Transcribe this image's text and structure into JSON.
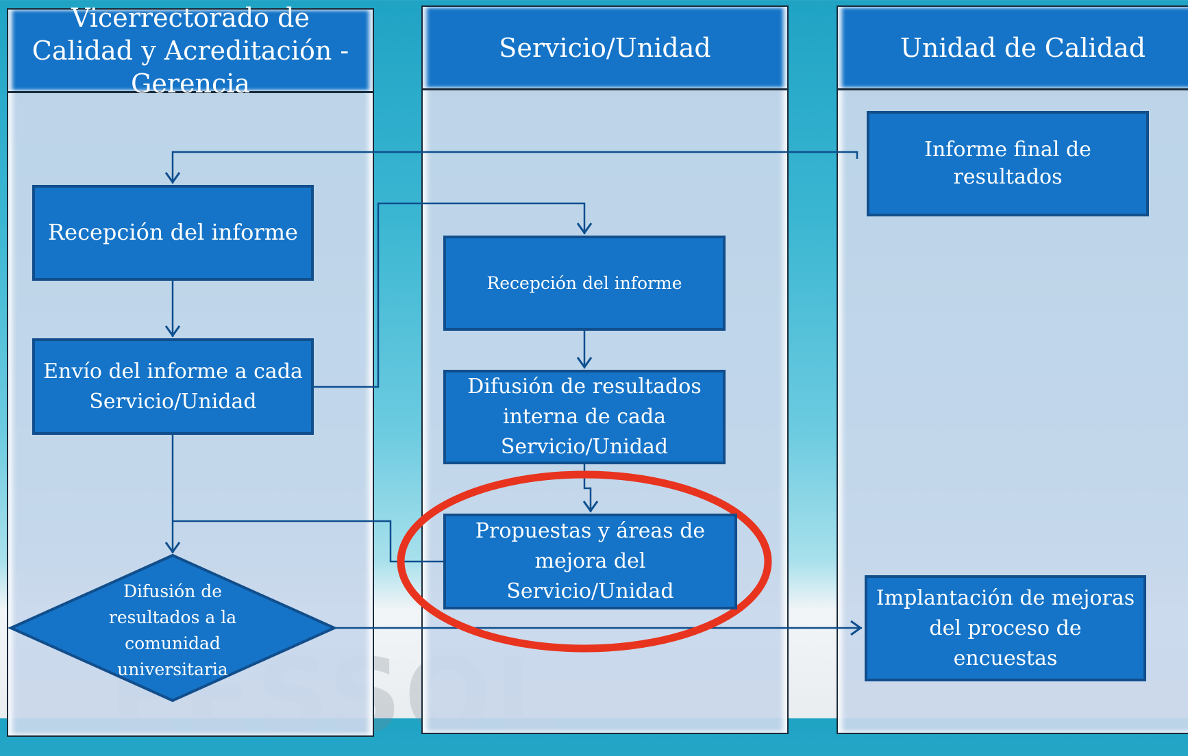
{
  "lanes": [
    {
      "title": "Vicerrectorado de Calidad y Acreditación - Gerencia"
    },
    {
      "title": "Servicio/Unidad"
    },
    {
      "title": "Unidad de Calidad"
    }
  ],
  "nodes": {
    "informe_final": "Informe final de resultados",
    "recepcion_vicerrectorado": "Recepción del informe",
    "envio_informe": "Envío del informe a cada Servicio/Unidad",
    "difusion_comunidad": "Difusión de resultados a la comunidad universitaria",
    "recepcion_servicio": "Recepción del informe",
    "difusion_interna": "Difusión de resultados interna de cada Servicio/Unidad",
    "propuestas_mejora": "Propuestas y áreas de mejora del Servicio/Unidad",
    "implantacion_mejoras": "Implantación de mejoras del proceso de encuestas"
  },
  "highlight": {
    "color": "#e8341f",
    "target": "propuestas_mejora"
  },
  "colors": {
    "box_fill": "#1574c8",
    "box_border": "#114e8c",
    "connector": "#0e4f8e"
  }
}
